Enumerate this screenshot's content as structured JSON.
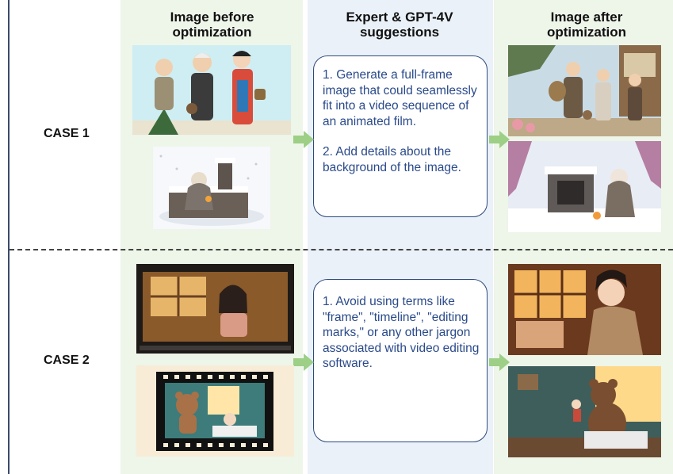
{
  "columns": {
    "before": "Image before optimization",
    "suggestions": "Expert & GPT-4V suggestions",
    "after": "Image after optimization"
  },
  "cases": [
    {
      "label": "CASE 1",
      "suggestions": [
        "1. Generate a full-frame image that could seamlessly fit into a video sequence of an animated film.",
        "2. Add details about the background of the image."
      ]
    },
    {
      "label": "CASE 2",
      "suggestions": [
        "1. Avoid using terms like \"frame\", \"timeline\", \"editing marks,\" or any other jargon associated with video editing software."
      ]
    }
  ],
  "colors": {
    "green_column": "#eef5e9",
    "blue_column": "#eaf1f9",
    "arrow": "#9dcf86",
    "box_border": "#2e4a7d",
    "box_text": "#2a4a8a"
  }
}
